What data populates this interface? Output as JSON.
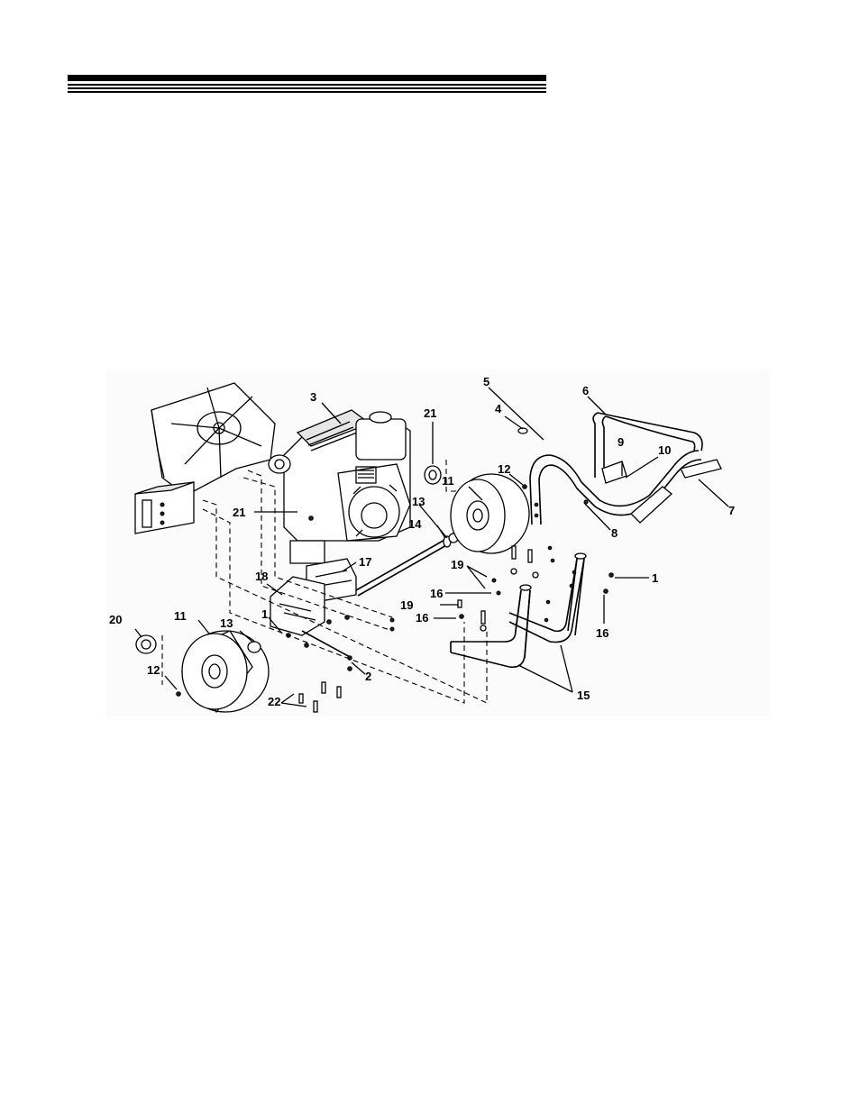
{
  "header": {
    "rule_color": "#000000"
  },
  "figure": {
    "labels": {
      "l1a": "1",
      "l1b": "1",
      "l2": "2",
      "l3": "3",
      "l4": "4",
      "l5": "5",
      "l6": "6",
      "l7": "7",
      "l8": "8",
      "l9": "9",
      "l10": "10",
      "l11a": "11",
      "l11b": "11",
      "l12a": "12",
      "l12b": "12",
      "l13a": "13",
      "l13b": "13",
      "l14": "14",
      "l15": "15",
      "l16a": "16",
      "l16b": "16",
      "l16c": "16",
      "l17": "17",
      "l18": "18",
      "l19a": "19",
      "l19b": "19",
      "l20": "20",
      "l21a": "21",
      "l21b": "21",
      "l22": "22"
    }
  }
}
